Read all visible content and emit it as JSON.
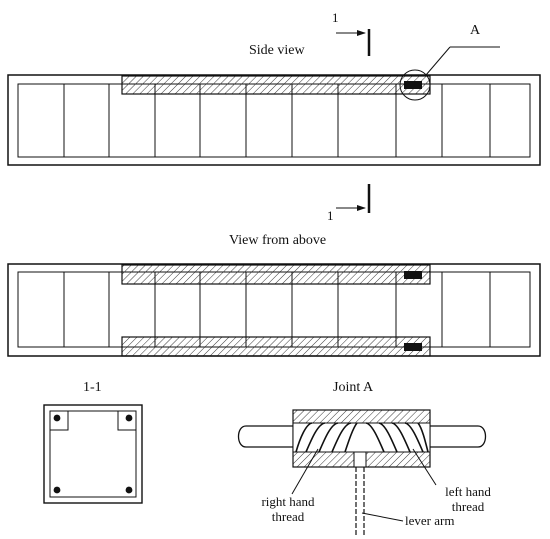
{
  "labels": {
    "side_view": "Side view",
    "view_from_above": "View from above",
    "section_mark_top": "1",
    "section_mark_bottom": "1",
    "detail_mark": "A",
    "section_title": "1-1",
    "joint_title": "Joint A",
    "right_hand_thread": [
      "right hand",
      "thread"
    ],
    "left_hand_thread": [
      "left hand",
      "thread"
    ],
    "lever_arm": "lever arm"
  }
}
